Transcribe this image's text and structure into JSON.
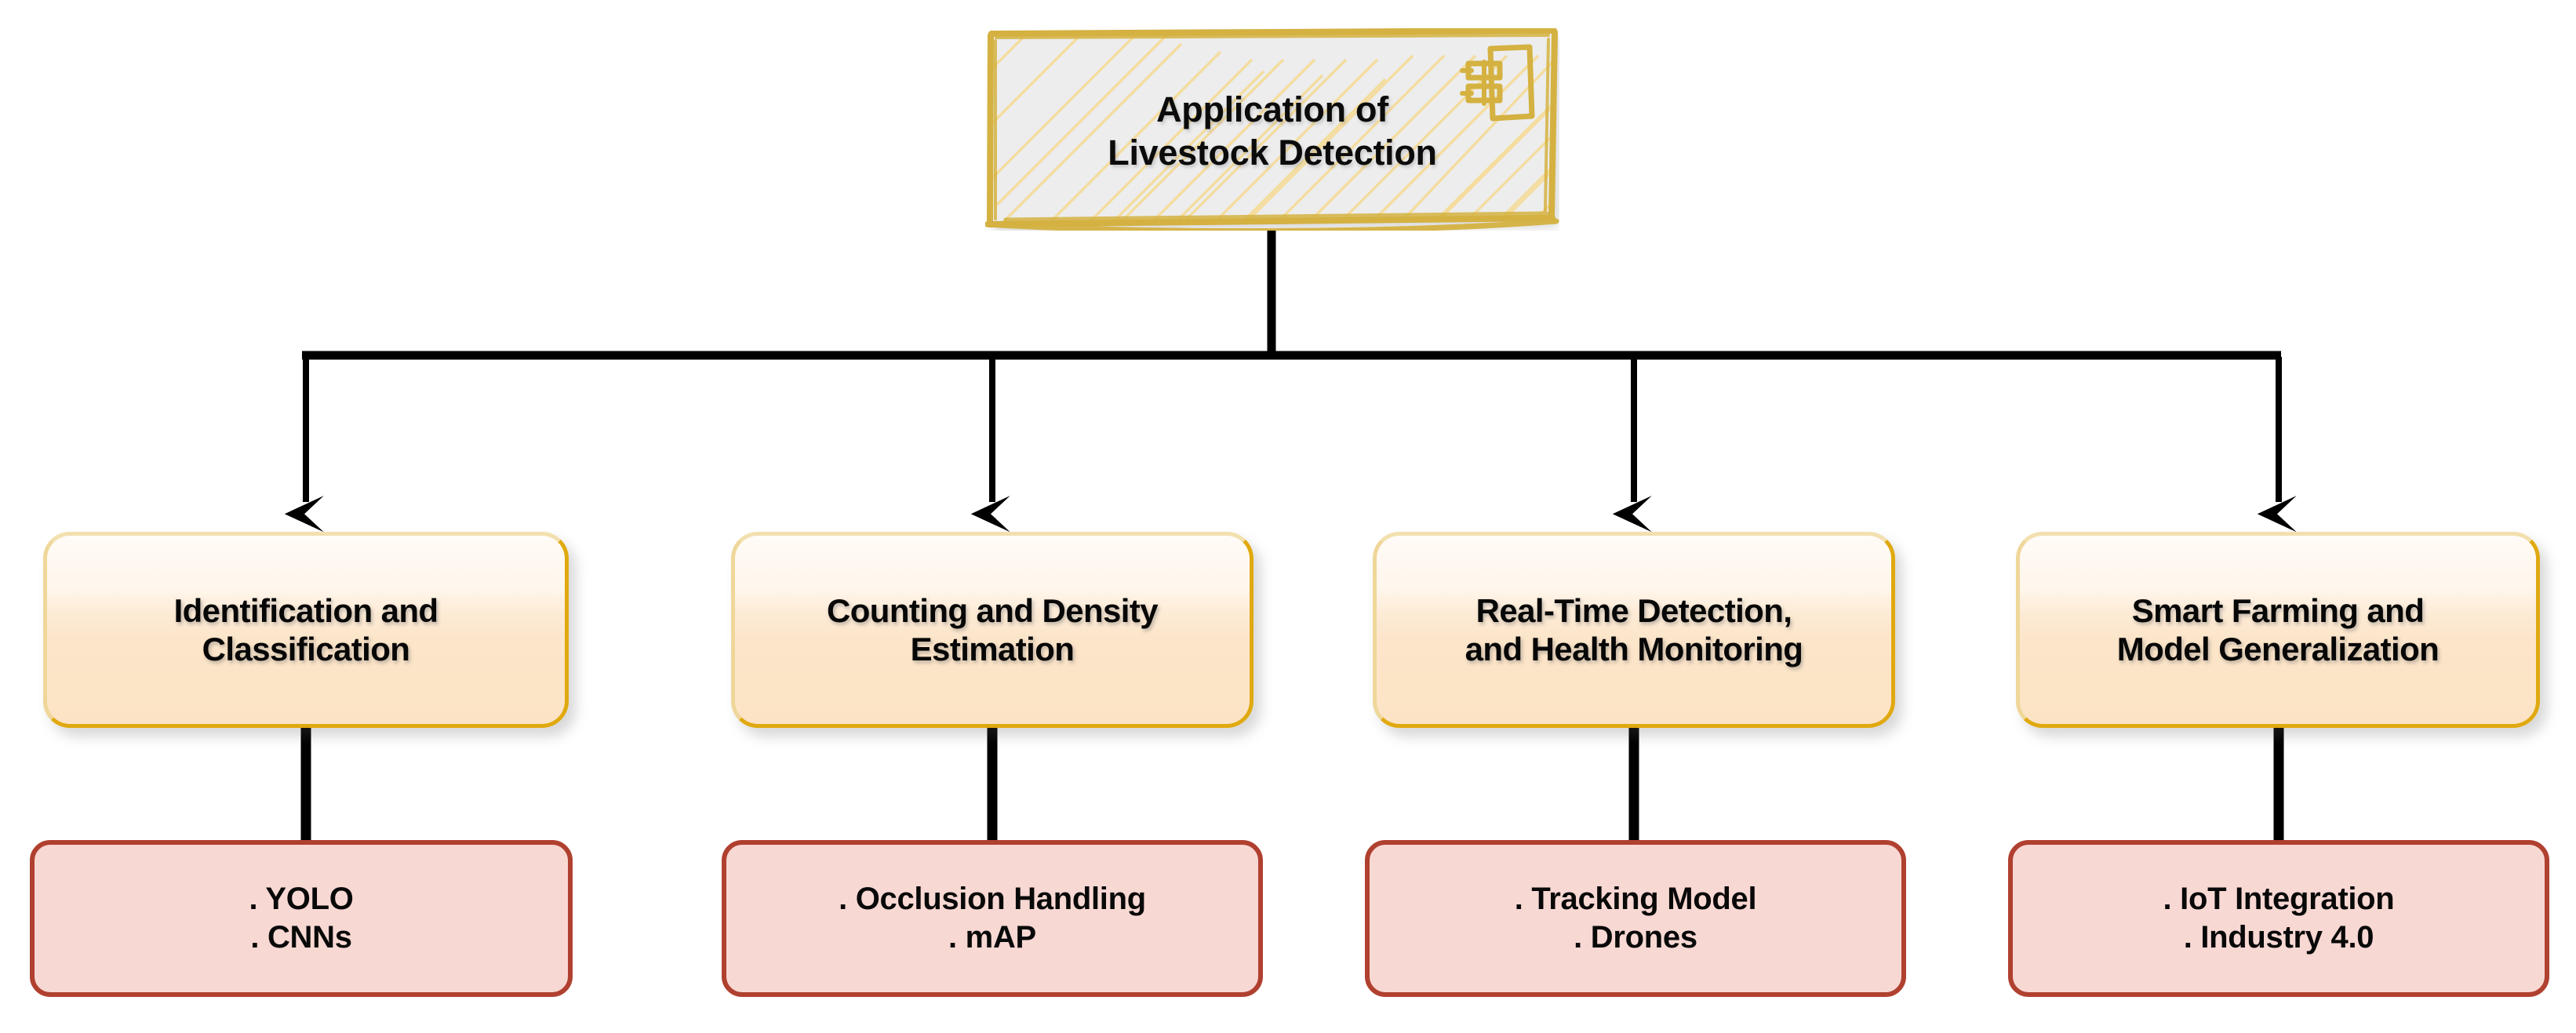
{
  "diagram": {
    "title": "Application of Livestock Detection",
    "type": "tree",
    "colors": {
      "root_border": "#D4AF37",
      "root_fill": "#EFEFEF",
      "category_border": "#E0A90F",
      "category_fill_top": "#FFFBF6",
      "category_fill_bottom": "#FCE3C5",
      "leaf_border": "#B0402F",
      "leaf_fill": "#F8D8D3",
      "connector": "#000000",
      "background": "#FFFFFF"
    },
    "root": {
      "id": "root",
      "line1": "Application of",
      "line2": "Livestock Detection",
      "icon": "note-document-icon"
    },
    "branches": [
      {
        "id": "branch-identification",
        "category": {
          "line1": "Identification and",
          "line2": "Classification"
        },
        "leaf": {
          "line1": ". YOLO",
          "line2": ". CNNs"
        }
      },
      {
        "id": "branch-counting",
        "category": {
          "line1": "Counting and Density",
          "line2": "Estimation"
        },
        "leaf": {
          "line1": ". Occlusion Handling",
          "line2": ". mAP"
        }
      },
      {
        "id": "branch-realtime",
        "category": {
          "line1": "Real-Time Detection,",
          "line2": "and Health Monitoring"
        },
        "leaf": {
          "line1": ". Tracking Model",
          "line2": ". Drones"
        }
      },
      {
        "id": "branch-smartfarming",
        "category": {
          "line1": "Smart Farming and",
          "line2": "Model Generalization"
        },
        "leaf": {
          "line1": ". IoT Integration",
          "line2": ". Industry 4.0"
        }
      }
    ]
  }
}
